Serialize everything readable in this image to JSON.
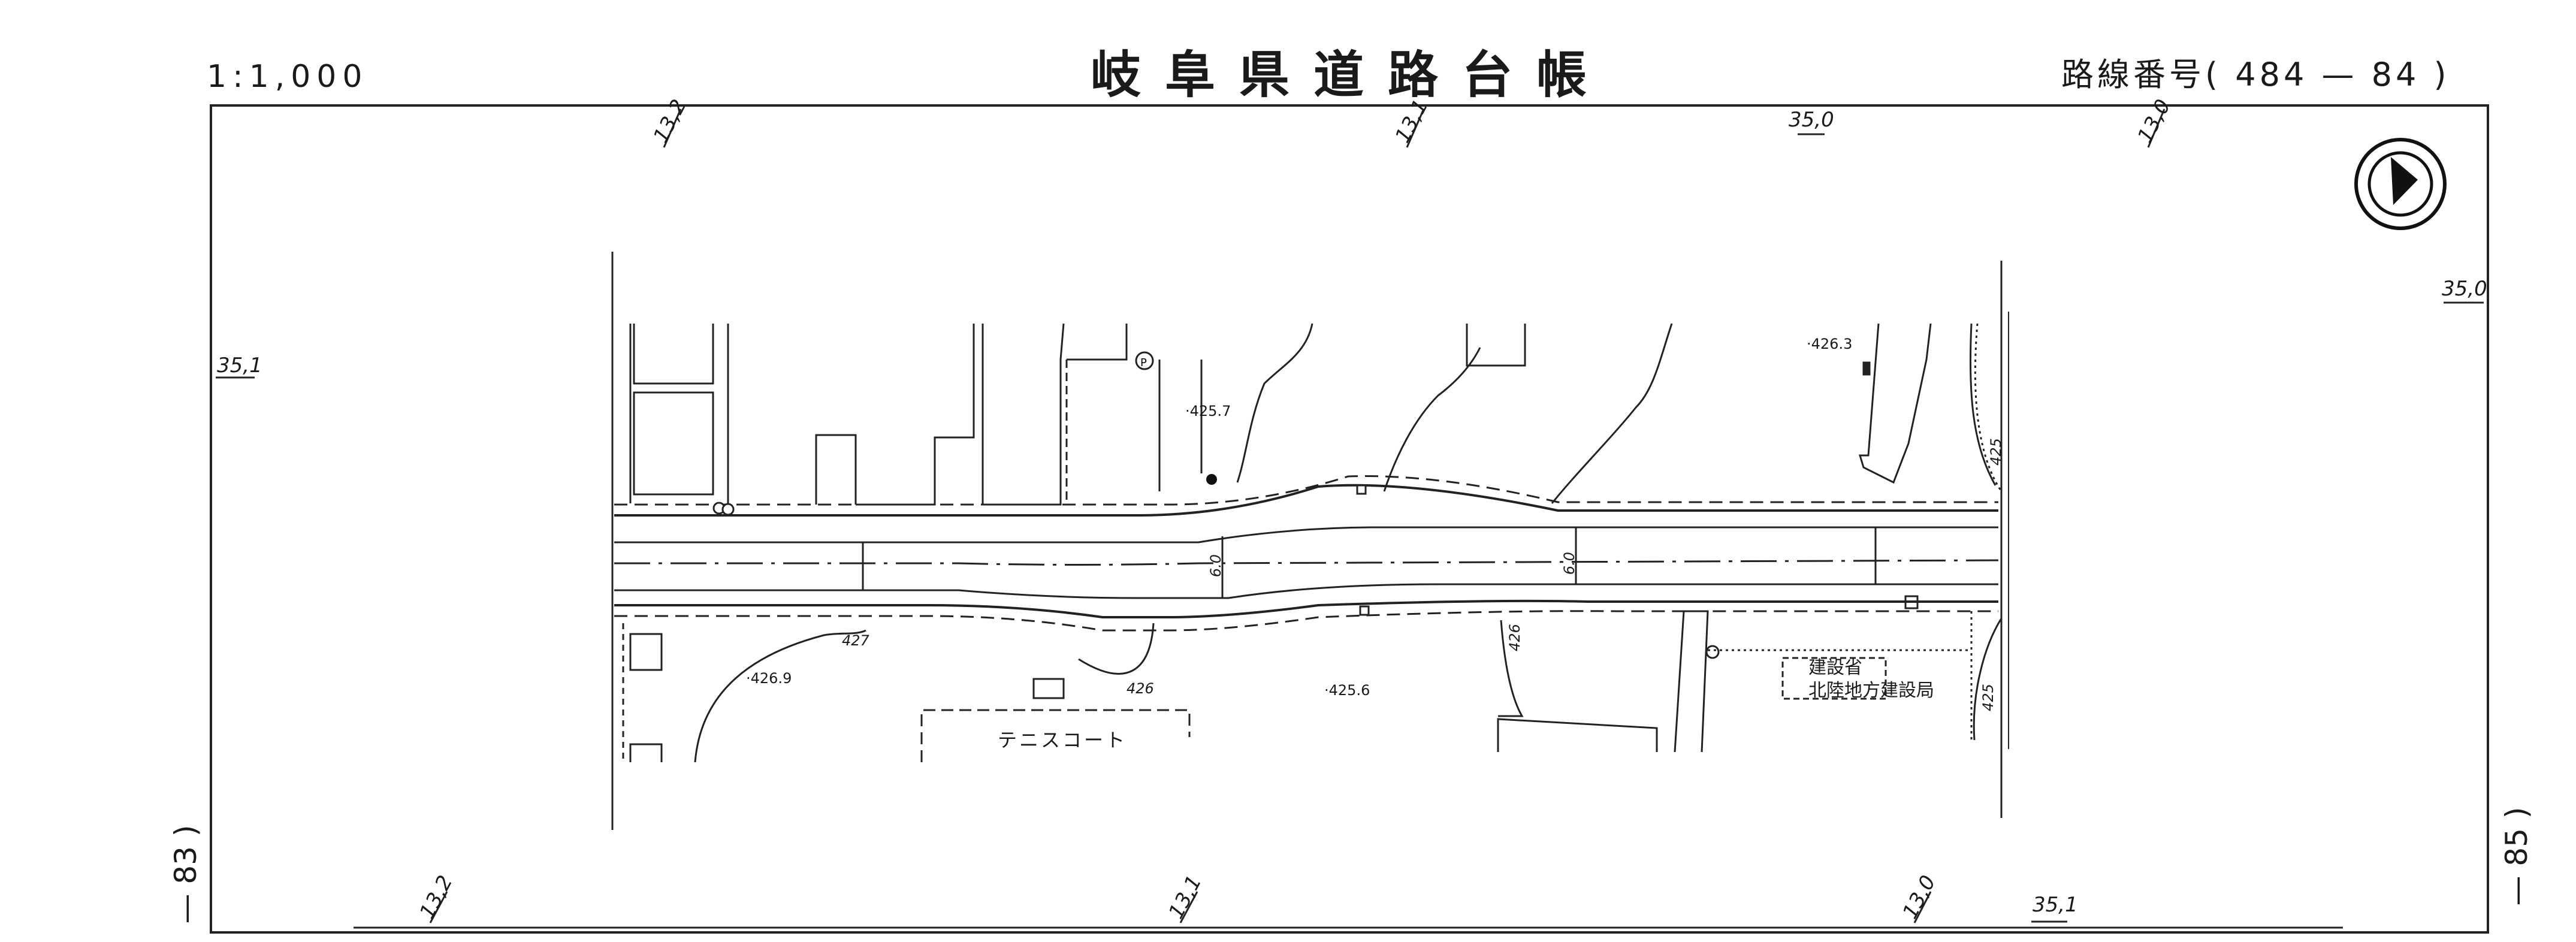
{
  "header": {
    "title": "岐阜県道路台帳",
    "scale": "1:1,000",
    "route_number": "路線番号( 484 — 84 )"
  },
  "adjacent_sheets": {
    "left": "— 83 )",
    "right": "— 85 )"
  },
  "grid_labels": {
    "top_1": "13,2",
    "top_2": "13,1",
    "top_3": "35,0",
    "top_4": "13,0",
    "left_1": "35,1",
    "right_1": "35,0",
    "bottom_1": "13,2",
    "bottom_2": "13,1",
    "bottom_3": "13,0",
    "bottom_4": "35,1"
  },
  "elevations": {
    "e1": "·425.7",
    "e2": "·426.3",
    "e3": "·426.9",
    "e4": "·425.6",
    "c1": "427",
    "c2": "426",
    "c3": "426",
    "c4": "425",
    "c5": "425"
  },
  "road_widths": {
    "w1": "6.0",
    "w2": "6.0"
  },
  "labels": {
    "tennis": "テニスコート",
    "org_line1": "建設省",
    "org_line2": "北陸地方建設局"
  },
  "icons": {
    "north_arrow": "north-arrow-icon",
    "parking": "parking-icon"
  }
}
